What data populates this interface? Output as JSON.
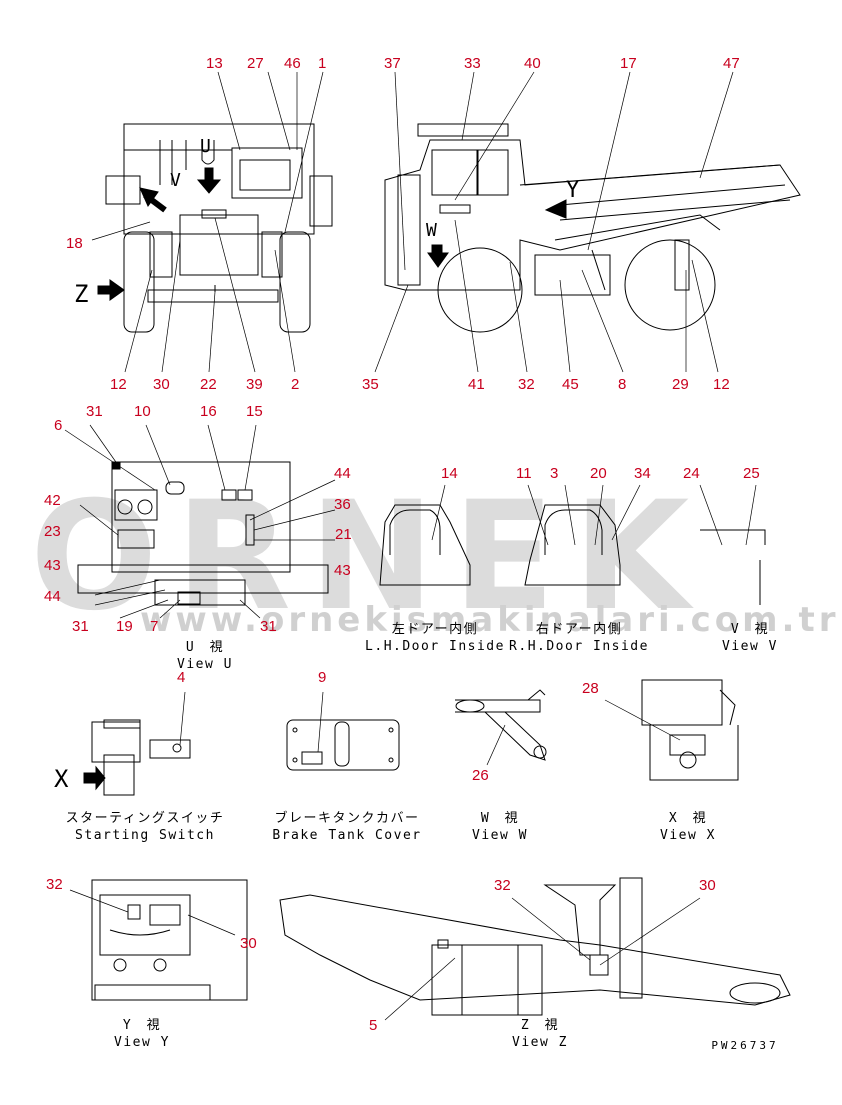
{
  "watermark": {
    "brand": "ORNEK",
    "url": "www.ornekismakinalari.com.tr"
  },
  "drawing_number": "PW26737",
  "callouts": {
    "c13": "13",
    "c27": "27",
    "c46": "46",
    "c1": "1",
    "c37": "37",
    "c33": "33",
    "c40": "40",
    "c17": "17",
    "c47": "47",
    "c18": "18",
    "c12a": "12",
    "c30a": "30",
    "c22": "22",
    "c39": "39",
    "c2": "2",
    "c35": "35",
    "c41": "41",
    "c32a": "32",
    "c45": "45",
    "c8": "8",
    "c29": "29",
    "c12b": "12",
    "c31a": "31",
    "c10": "10",
    "c16": "16",
    "c15": "15",
    "c6": "6",
    "c44a": "44",
    "c36": "36",
    "c21": "21",
    "c42": "42",
    "c23": "23",
    "c43a": "43",
    "c43b": "43",
    "c44b": "44",
    "c31b": "31",
    "c19": "19",
    "c7": "7",
    "c31c": "31",
    "c14": "14",
    "c11": "11",
    "c3": "3",
    "c20": "20",
    "c34": "34",
    "c24": "24",
    "c25": "25",
    "c4": "4",
    "c9": "9",
    "c28": "28",
    "c26": "26",
    "c32b": "32",
    "c30b": "30",
    "c32c": "32",
    "c30c": "30",
    "c5": "5"
  },
  "view_marks": {
    "z": "Z",
    "u": "U",
    "v_front": "V",
    "w": "W",
    "y": "Y",
    "x": "X"
  },
  "captions": {
    "view_u_jp": "U　視",
    "view_u_en": "View U",
    "lh_door_jp": "左ドアー内側",
    "lh_door_en": "L.H.Door Inside",
    "rh_door_jp": "右ドアー内側",
    "rh_door_en": "R.H.Door Inside",
    "view_v_jp": "V　視",
    "view_v_en": "View V",
    "starting_switch_jp": "スターティングスイッチ",
    "starting_switch_en": "Starting Switch",
    "brake_tank_jp": "ブレーキタンクカバー",
    "brake_tank_en": "Brake Tank Cover",
    "view_w_jp": "W　視",
    "view_w_en": "View W",
    "view_x_jp": "X　視",
    "view_x_en": "View X",
    "view_y_jp": "Y　視",
    "view_y_en": "View Y",
    "view_z_jp": "Z　視",
    "view_z_en": "View Z"
  },
  "colors": {
    "callout": "#c8001e",
    "line": "#000000",
    "watermark": "#d8d8d8"
  }
}
